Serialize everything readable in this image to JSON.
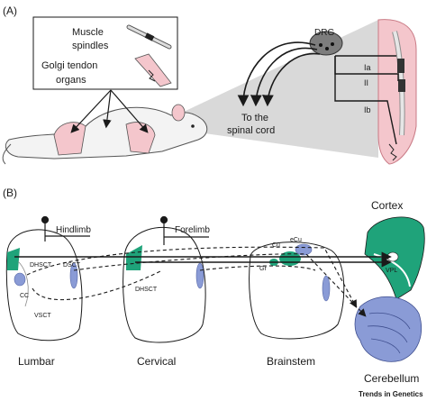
{
  "panel_a": {
    "label": "(A)",
    "legend": {
      "line1": "Muscle",
      "line2": "spindles",
      "line3": "Golgi tendon",
      "line4": "organs"
    },
    "drg_label": "DRG",
    "fiber_labels": [
      "Ia",
      "II",
      "Ib"
    ],
    "spinal_cord_label_line1": "To the",
    "spinal_cord_label_line2": "spinal cord"
  },
  "panel_b": {
    "label": "(B)",
    "hindlimb": "Hindlimb",
    "forelimb": "Forelimb",
    "tract_labels": {
      "dhsct": "DHSCT",
      "dsct": "DSCT",
      "cc": "CC",
      "vsct": "VSCT",
      "dhsct_cervical": "DHSCT"
    },
    "nuclei": {
      "cu": "Cu",
      "ecu": "eCu",
      "gr": "Gr",
      "vpl": "VPL"
    },
    "regions": {
      "lumbar": "Lumbar",
      "cervical": "Cervical",
      "brainstem": "Brainstem",
      "cortex": "Cortex",
      "cerebellum": "Cerebellum"
    }
  },
  "footer": {
    "credit": "Trends in Genetics"
  },
  "colors": {
    "pink": "#f4c6cc",
    "teal": "#1fa37a",
    "blue": "#8a9bd6",
    "gray": "#bdbdbd"
  }
}
